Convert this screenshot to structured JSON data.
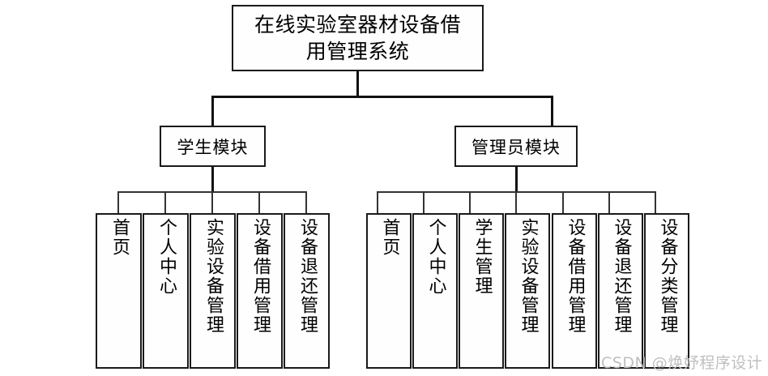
{
  "diagram": {
    "type": "hierarchy-tree",
    "title": "在线实验室器材设备借用管理系统",
    "root": {
      "label": "在线实验室器材设备借用管理系统"
    },
    "modules": [
      {
        "label": "学生模块",
        "children": [
          {
            "label": "首页"
          },
          {
            "label": "个人中心"
          },
          {
            "label": "实验设备管理"
          },
          {
            "label": "设备借用管理"
          },
          {
            "label": "设备退还管理"
          }
        ]
      },
      {
        "label": "管理员模块",
        "children": [
          {
            "label": "首页"
          },
          {
            "label": "个人中心"
          },
          {
            "label": "学生管理"
          },
          {
            "label": "实验设备管理"
          },
          {
            "label": "设备借用管理"
          },
          {
            "label": "设备退还管理"
          },
          {
            "label": "设备分类管理"
          }
        ]
      }
    ],
    "colors": {
      "background": "#ffffff",
      "box_fill": "#fefeff",
      "box_border": "#1a1a1a",
      "connector": "#111111",
      "text": "#000000",
      "watermark": "#bfbfbf"
    }
  },
  "watermark": {
    "text": "CSDN @焕妤程序设计"
  }
}
